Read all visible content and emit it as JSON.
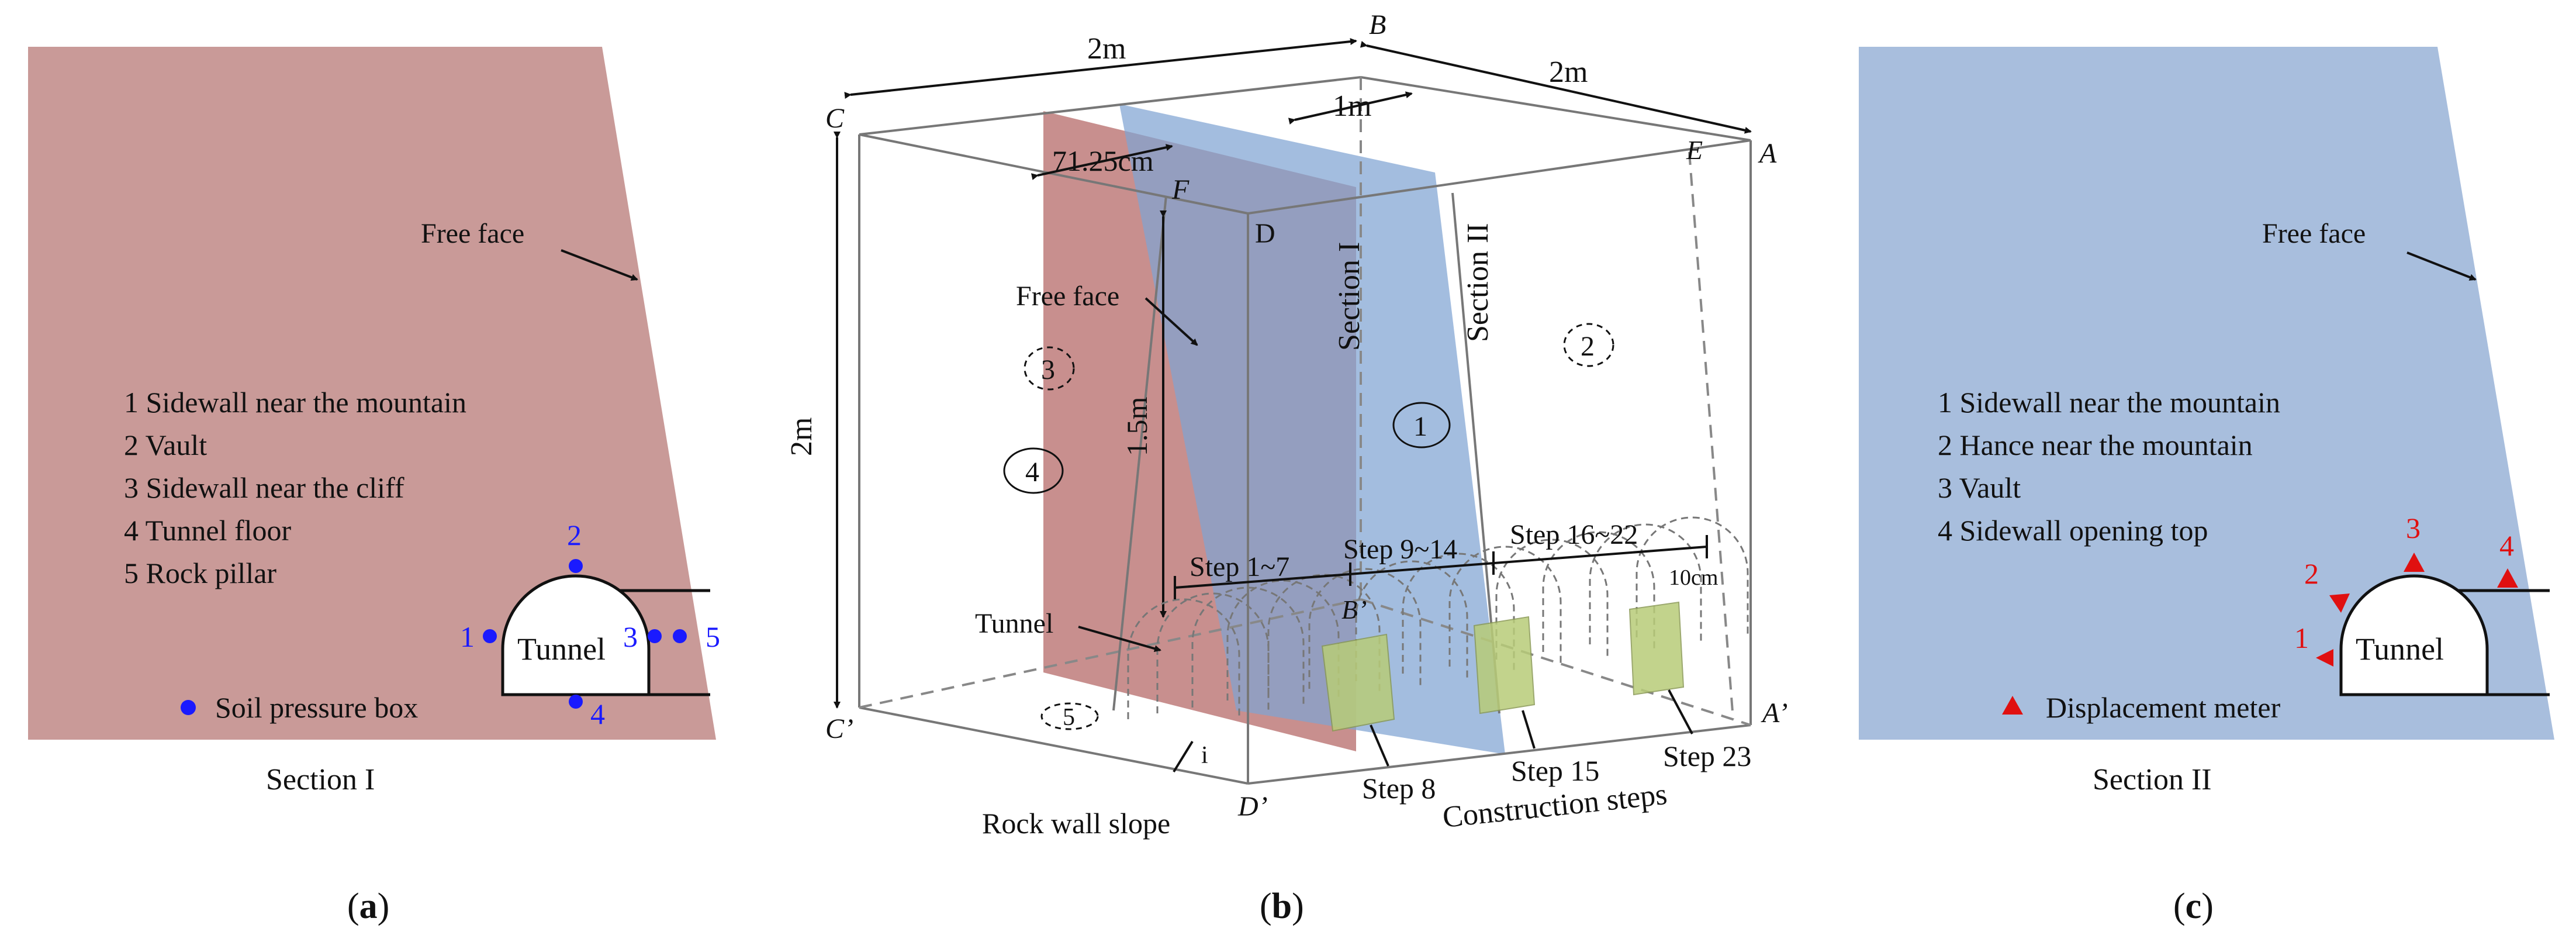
{
  "panel_a": {
    "label_open": "(",
    "label_letter": "a",
    "label_close": ")",
    "caption": "Section I",
    "free_face": "Free face",
    "legend": [
      "1 Sidewall near the mountain",
      "2 Vault",
      "3 Sidewall near the cliff",
      "4 Tunnel floor",
      "5 Rock pillar"
    ],
    "tunnel": "Tunnel",
    "point_numbers": [
      "1",
      "2",
      "3",
      "4",
      "5"
    ],
    "sensor_label": "Soil pressure box",
    "fill_color": "#c99a98",
    "sensor_color": "#1a1aff"
  },
  "panel_b": {
    "label_open": "(",
    "label_letter": "b",
    "label_close": ")",
    "dim_2m_left": "2m",
    "dim_2m_right": "2m",
    "dim_2m_height": "2m",
    "dim_1m": "1m",
    "dim_7125": "71.25cm",
    "dim_15m": "1.5m",
    "dim_10cm": "10cm",
    "corners": {
      "A": "A",
      "B": "B",
      "C": "C",
      "D": "D",
      "E": "E",
      "F": "F",
      "A_prime": "A’",
      "B_prime": "B’",
      "C_prime": "C’",
      "D_prime": "D’"
    },
    "section_1": "Section I",
    "section_2": "Section II",
    "free_face": "Free face",
    "tunnel": "Tunnel",
    "circled": [
      "1",
      "2",
      "3",
      "4",
      "5"
    ],
    "steps": [
      "Step 1~7",
      "Step 9~14",
      "Step 16~22"
    ],
    "step_labels": [
      "Step 8",
      "Step 15",
      "Step 23"
    ],
    "construction_steps": "Construction steps",
    "rock_wall_slope": "Rock wall slope",
    "slope_symbol": "i",
    "section1_color": "#b86f6e",
    "section2_color": "#7fa3d3",
    "block_color": "#b8cc78"
  },
  "panel_c": {
    "label_open": "(",
    "label_letter": "c",
    "label_close": ")",
    "caption": "Section II",
    "free_face": "Free face",
    "legend": [
      "1 Sidewall near the mountain",
      "2 Hance near the mountain",
      "3 Vault",
      "4 Sidewall opening top"
    ],
    "tunnel": "Tunnel",
    "point_numbers": [
      "1",
      "2",
      "3",
      "4"
    ],
    "sensor_label": "Displacement meter",
    "fill_color": "#a8bedd",
    "sensor_color": "#e01010"
  }
}
